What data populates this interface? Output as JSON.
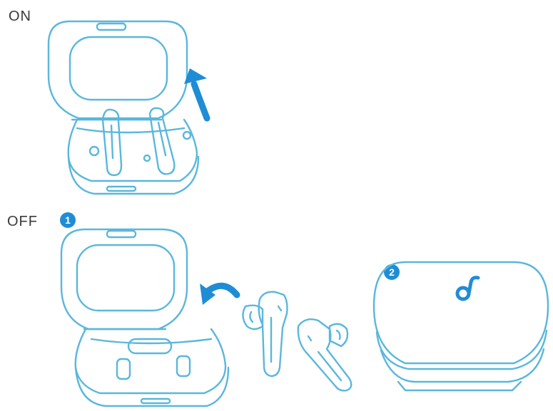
{
  "labels": {
    "on": "ON",
    "off": "OFF"
  },
  "steps": [
    {
      "number": "1"
    },
    {
      "number": "2"
    }
  ],
  "colors": {
    "line": "#5ab7dc",
    "accent": "#1f8dd6",
    "text": "#3a3a3a",
    "fill": "#ffffff"
  },
  "icons": [
    "up-arrow-icon",
    "curved-arrow-icon",
    "brand-logo-icon"
  ]
}
